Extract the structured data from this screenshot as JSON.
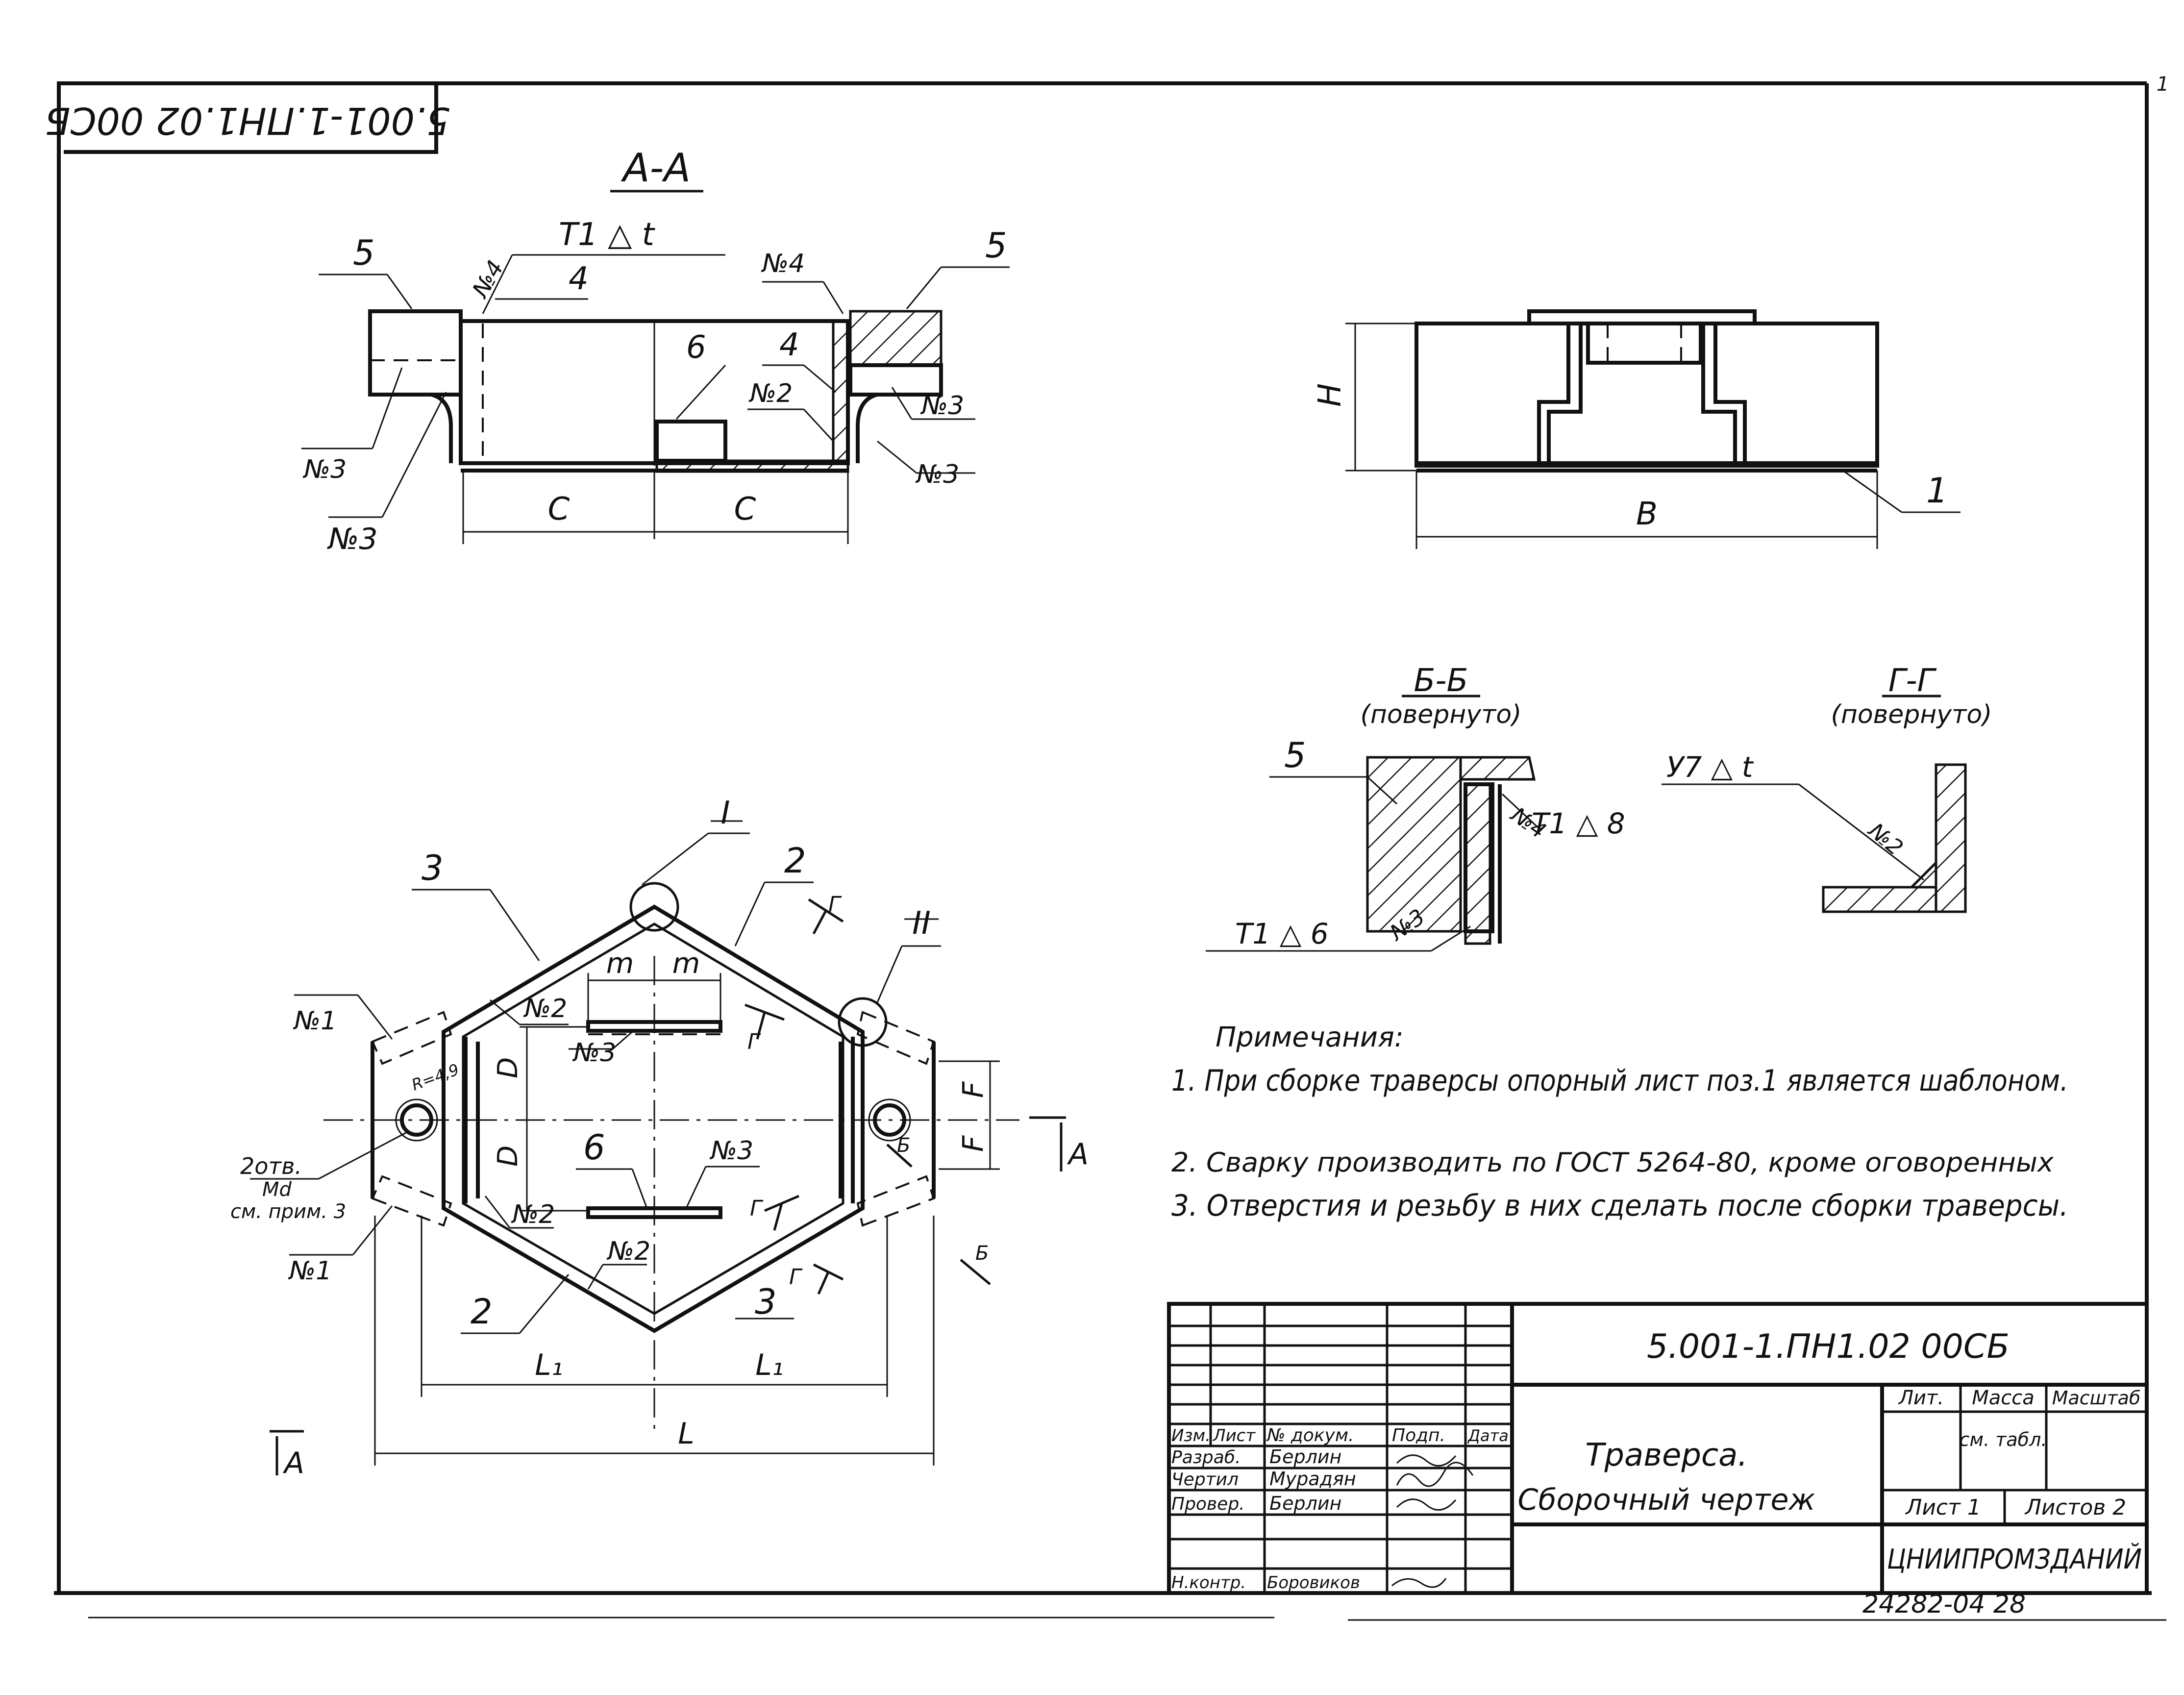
{
  "stamp_code_rotated": "5.001-1.ПН1.02 00СБ",
  "page_mark": "1",
  "views": {
    "section_aa": "А-А",
    "section_bb": "Б-Б",
    "section_bb_note": "(повернуто)",
    "section_gg": "Г-Г",
    "section_gg_note": "(повернуто)"
  },
  "labels": {
    "weld_t1_t": "Т1 △ t",
    "weld_t1_8": "Т1 △ 8",
    "weld_t1_6": "Т1 △ 6",
    "weld_u7_t": "У7 △ t",
    "pos1": "1",
    "pos2": "2",
    "pos3": "3",
    "pos4": "4",
    "pos5": "5",
    "pos6": "6",
    "n1": "№1",
    "n2": "№2",
    "n3": "№3",
    "n4": "№4",
    "dim_c": "C",
    "dim_b": "B",
    "dim_h": "H",
    "dim_l": "L",
    "dim_l1": "L₁",
    "dim_m": "m",
    "dim_d": "D",
    "dim_f": "F",
    "dim_b_small": "Б",
    "node_1": "I",
    "node_2": "II",
    "cut_a": "А",
    "cut_g": "Г",
    "cut_b": "Б",
    "hole_note_1": "2отв.",
    "hole_note_2": "Md",
    "hole_note_3": "см. прим. 3",
    "radius": "R=4,9"
  },
  "notes": {
    "title": "Примечания:",
    "items": [
      "1. При сборке траверсы опорный лист поз.1 является шаблоном.",
      "2. Сварку производить по ГОСТ 5264-80, кроме оговоренных",
      "3. Отверстия и резьбу в них сделать после сборки траверсы."
    ]
  },
  "title_block": {
    "designation": "5.001-1.ПН1.02 00СБ",
    "name_line1": "Траверса.",
    "name_line2": "Сборочный чертеж",
    "hdr_izm": "Изм.",
    "hdr_list": "Лист",
    "hdr_doc": "№ докум.",
    "hdr_sign": "Подп.",
    "hdr_date": "Дата",
    "role_razrab": "Разраб.",
    "role_chertil": "Чертил",
    "role_prover": "Провер.",
    "role_nkontr": "Н.контр.",
    "name_razrab": "Берлин",
    "name_chertil": "Мурадян",
    "name_prover": "Берлин",
    "name_nkontr": "Боровиков",
    "col_lit": "Лит.",
    "col_mass": "Масса",
    "col_scale": "Масштаб",
    "mass_value": "см. табл.",
    "sheet": "Лист 1",
    "sheets": "Листов 2",
    "org": "ЦНИИПРОМЗДАНИЙ"
  },
  "footer_number": "24282-04 28"
}
